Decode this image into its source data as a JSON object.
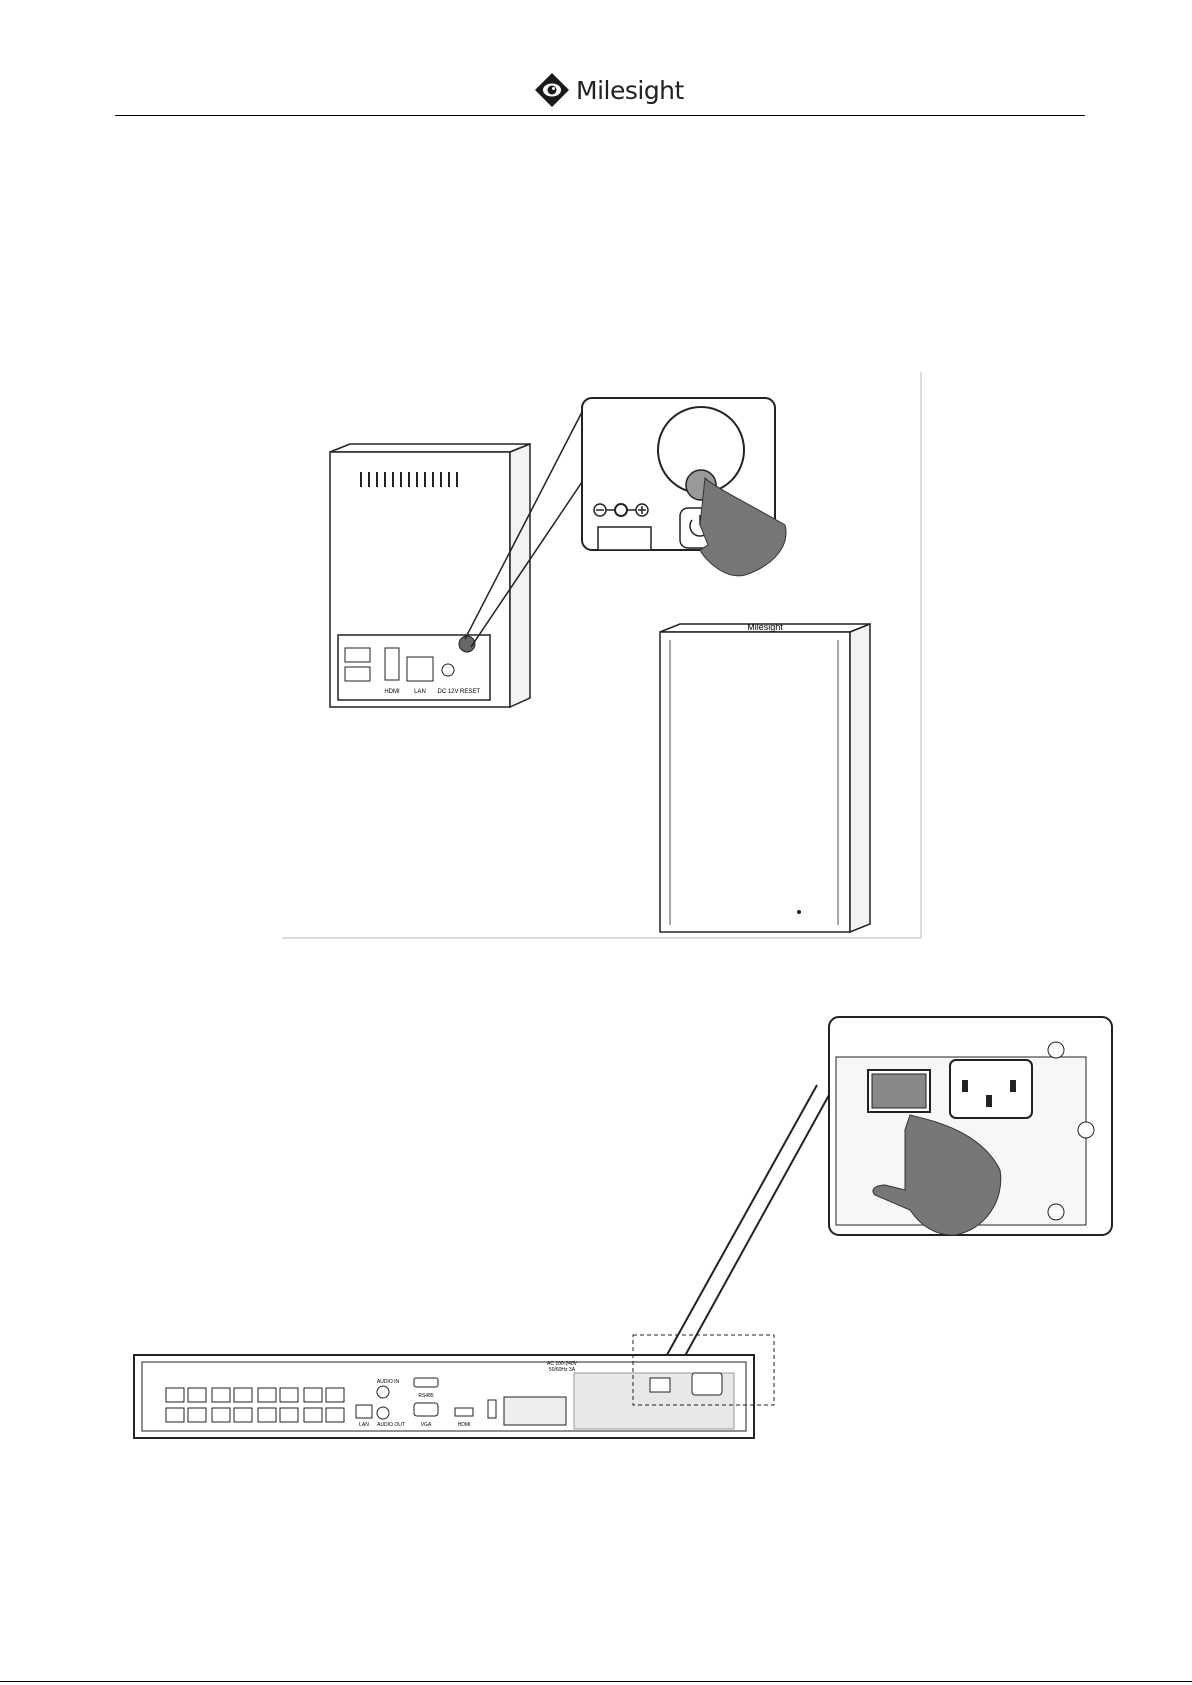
{
  "header": {
    "brand": "Milesight"
  },
  "figure1": {
    "caption": "",
    "port_labels": {
      "hdmi": "HDMI",
      "lan": "LAN",
      "dc": "DC 12V",
      "reset": "RESET"
    },
    "front_brand": "Milesight"
  },
  "figure2": {
    "caption": "",
    "top_labels": {
      "audio_in": "AUDIO IN",
      "rs485": "RS485",
      "ac": "AC 100-240V",
      "ac2": "50/60Hz 3A"
    },
    "bottom_labels": {
      "lan": "LAN",
      "audio_out": "AUDIO OUT",
      "vga": "VGA",
      "hdmi": "HDMI"
    }
  }
}
